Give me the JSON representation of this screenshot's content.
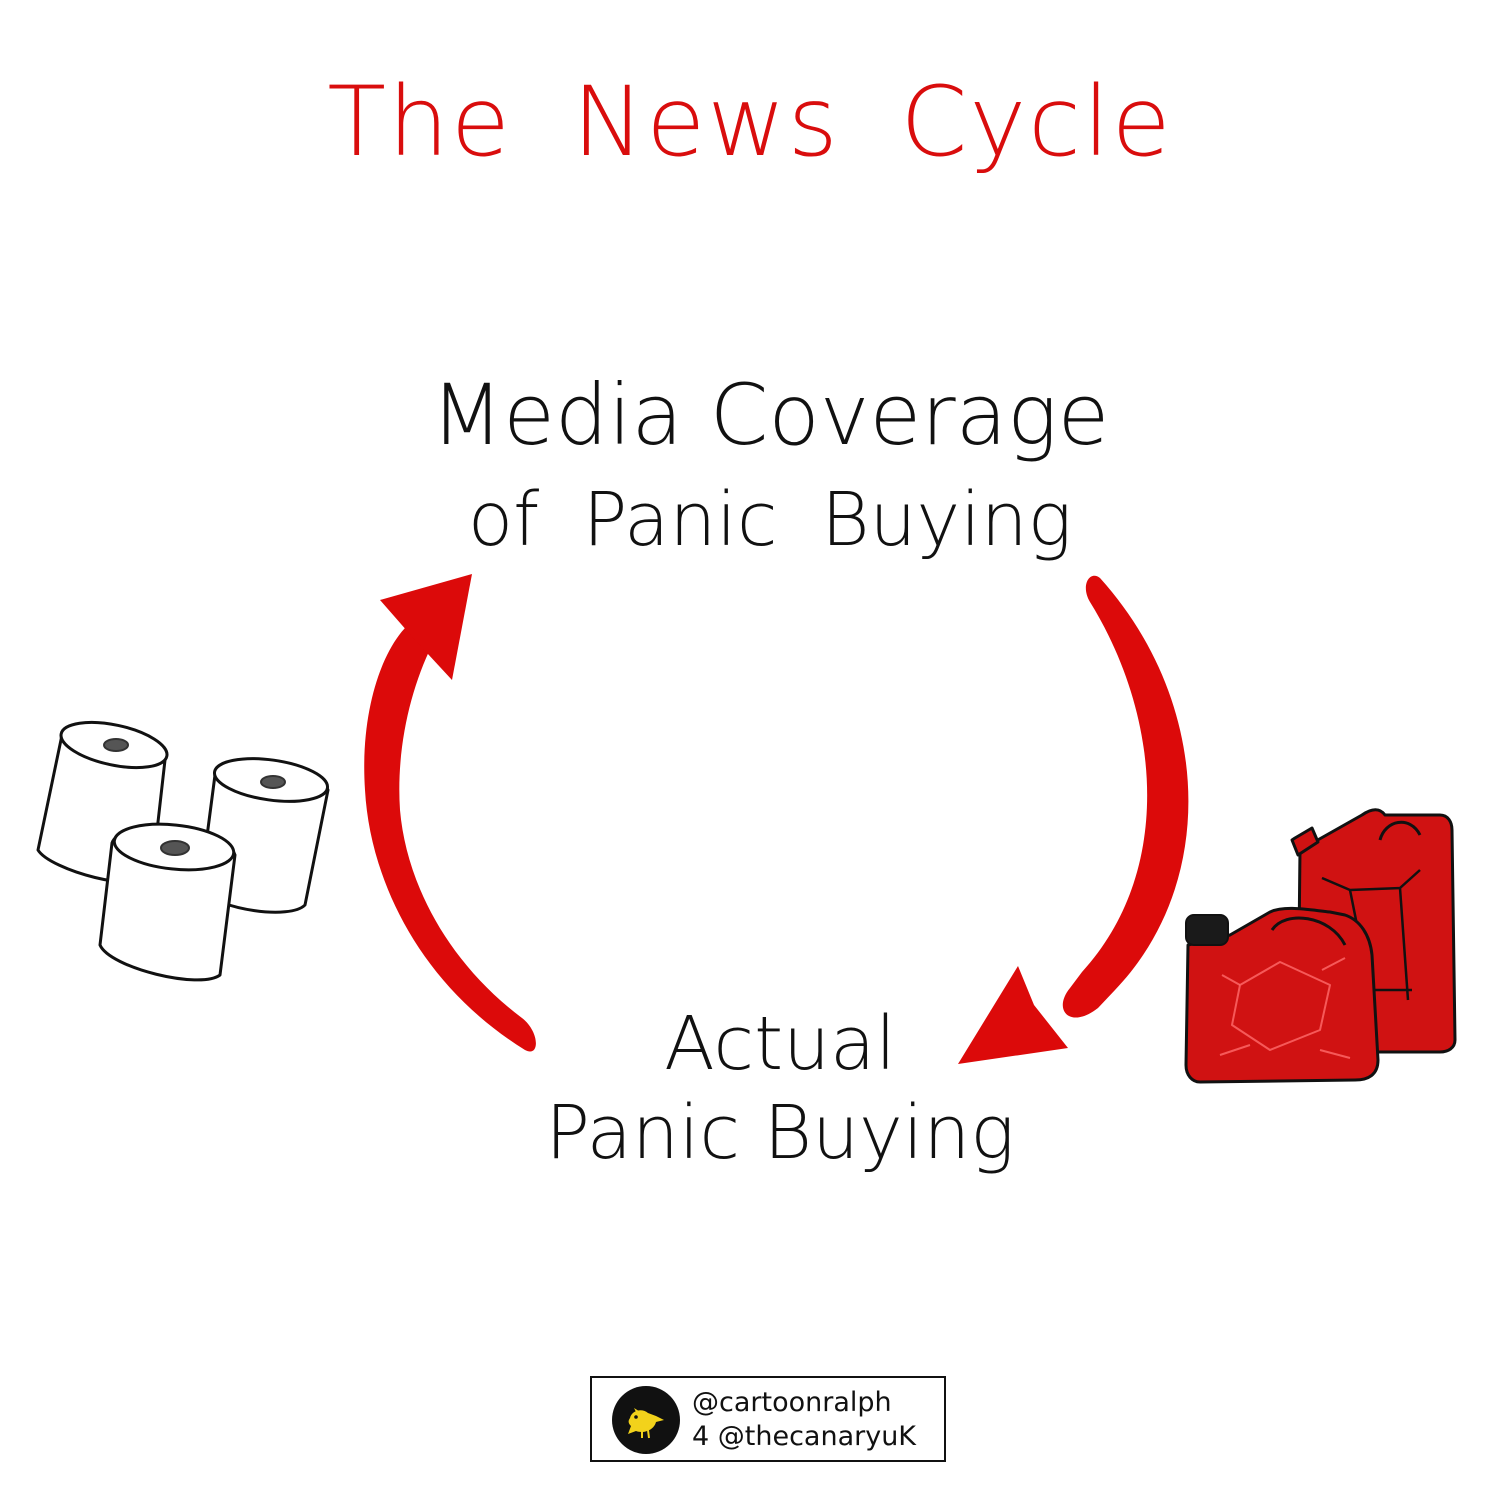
{
  "title": "The News Cycle",
  "colors": {
    "title": "#d90d0d",
    "arrow": "#dc0a0a",
    "canister": "#d01212",
    "ink": "#111111"
  },
  "nodes": {
    "top": {
      "line1": "Media Coverage",
      "line2": "of Panic Buying"
    },
    "bottom": {
      "line1": "Actual",
      "line2": "Panic Buying"
    }
  },
  "edges": [
    {
      "from": "top",
      "to": "bottom",
      "side": "right"
    },
    {
      "from": "bottom",
      "to": "top",
      "side": "left"
    }
  ],
  "illustrations": {
    "left": "toilet-rolls-icon",
    "right": "fuel-canisters-icon"
  },
  "credit": {
    "line1": "@cartoonralph",
    "line2": "4 @thecanaryuK",
    "logo": "canary-bird-icon"
  }
}
